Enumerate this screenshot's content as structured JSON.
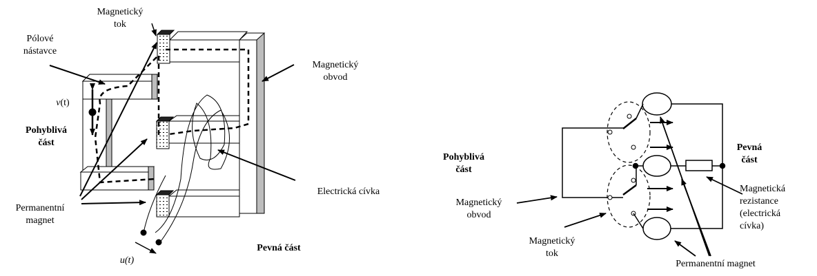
{
  "left": {
    "magneticky_tok_1": "Magnetický",
    "magneticky_tok_2": "tok",
    "polove_1": "Pólové",
    "polove_2": "nástavce",
    "magneticky_obvod_1": "Magnetický",
    "magneticky_obvod_2": "obvod",
    "v_t": "v",
    "v_t_suffix": "(t)",
    "pohybliva_1": "Pohyblivá",
    "pohybliva_2": "část",
    "cívka": "Electrická cívka",
    "permanent_1": "Permanentní",
    "permanent_2": "magnet",
    "u_t": "u(t)",
    "pevna": "Pevná část"
  },
  "right": {
    "pohybliva_1": "Pohyblivá",
    "pohybliva_2": "část",
    "pevna_1": "Pevná",
    "pevna_2": "část",
    "obvod_1": "Magnetický",
    "obvod_2": "obvod",
    "tok_1": "Magnetický",
    "tok_2": "tok",
    "rez_1": "Magnetická",
    "rez_2": "rezistance",
    "rez_3": "(electrická",
    "rez_4": "cívka)",
    "permanent": "Permanentní magnet"
  }
}
